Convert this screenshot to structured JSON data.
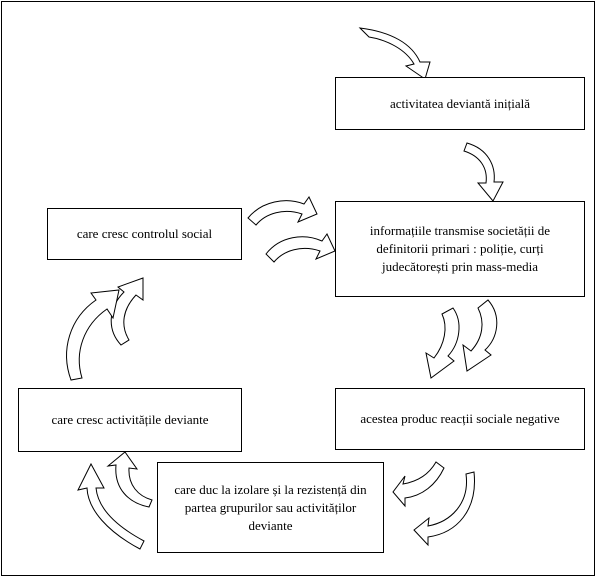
{
  "boxes": {
    "initial": "activitatea deviantă inițială",
    "info": "informațiile transmise societății de definitorii primari : poliție, curți judecătorești prin mass-media",
    "negative": "acestea produc reacții sociale negative",
    "isolation": "care duc la izolare și la rezistență din partea grupurilor sau activităților deviante",
    "deviant": "care cresc activitățile deviante",
    "control": "care cresc controlul social"
  }
}
